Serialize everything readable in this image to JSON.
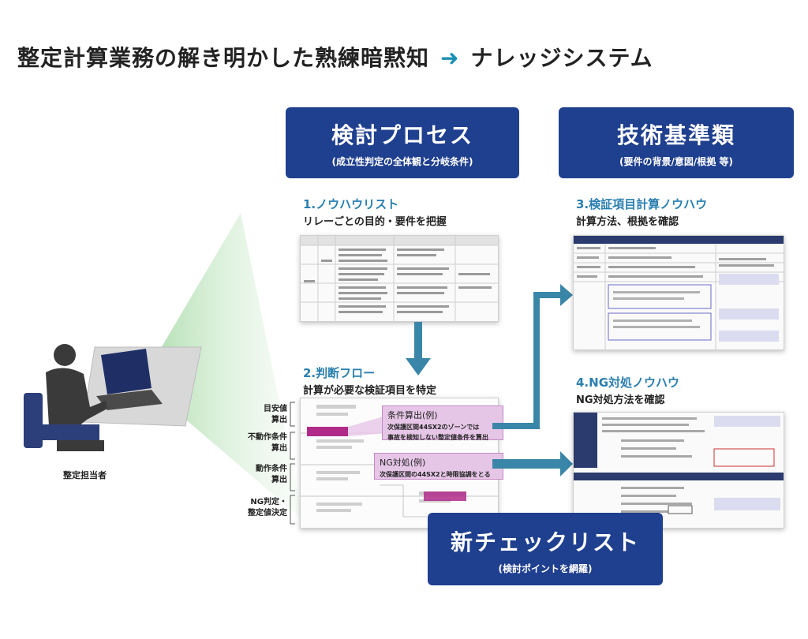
{
  "title": {
    "main": "整定計算業務の解き明かした熟練暗黙知",
    "arrow": "➜",
    "target": "ナレッジシステム"
  },
  "process_box": {
    "heading": "検討プロセス",
    "sub": "(成立性判定の全体観と分岐条件)"
  },
  "standards_box": {
    "heading": "技術基準類",
    "sub": "(要件の背景/意図/根拠 等)"
  },
  "checklist_box": {
    "heading": "新チェックリスト",
    "sub": "(検討ポイントを網羅)"
  },
  "sections": {
    "s1": {
      "title": "1.ノウハウリスト",
      "sub": "リレーごとの目的・要件を把握"
    },
    "s2": {
      "title": "2.判断フロー",
      "sub": "計算が必要な検証項目を特定"
    },
    "s3": {
      "title": "3.検証項目計算ノウハウ",
      "sub": "計算方法、根拠を確認"
    },
    "s4": {
      "title": "4.NG対処ノウハウ",
      "sub": "NG対処方法を確認"
    }
  },
  "flow_rows": [
    "目安値\n算出",
    "不動作条件\n算出",
    "動作条件\n算出",
    "NG判定・\n整定値決定"
  ],
  "callouts": {
    "c1": {
      "title": "条件算出(例)",
      "detail1": "次保護区間44SX2のゾーンでは",
      "detail2": "事故を検知しない整定値条件を算出"
    },
    "c2": {
      "title": "NG対処(例)",
      "detail1": "次保護区間の44SX2と時限協調をとる"
    }
  },
  "person": {
    "label": "整定担当者"
  },
  "colors": {
    "navy": "#1f3f8f",
    "teal": "#3a86a8",
    "accent_text": "#2a7fb0",
    "callout": "#e6c6e6",
    "highlight": "#b02a8a"
  }
}
